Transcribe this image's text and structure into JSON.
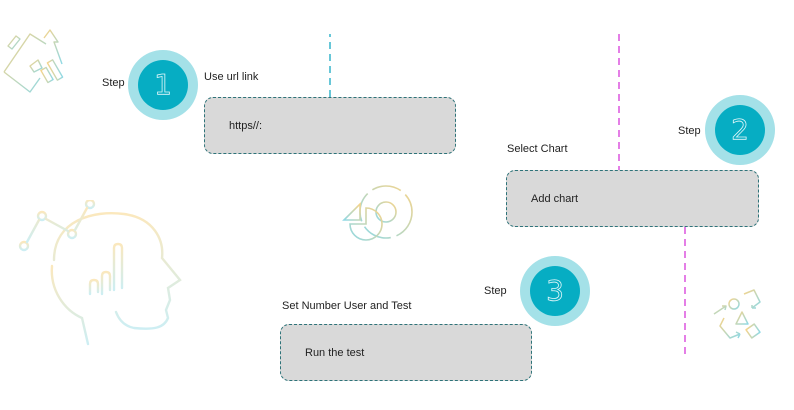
{
  "steps": [
    {
      "label": "Step",
      "number": "1",
      "caption": "Use url link",
      "card_text": "https//:"
    },
    {
      "label": "Step",
      "number": "2",
      "caption": "Select Chart",
      "card_text": "Add chart"
    },
    {
      "label": "Step",
      "number": "3",
      "caption": "Set Number User and Test",
      "card_text": "Run the test"
    }
  ],
  "colors": {
    "badge_outer": "#a4e1e8",
    "badge_inner": "#06adc3",
    "card_fill": "#d9d9d9",
    "card_border": "#2e7379",
    "connector_start": "#17a9c3",
    "connector_end": "#d63ad8",
    "icon_warm": "#f7d48a",
    "icon_cool": "#8fd9e6"
  },
  "decorations": {
    "top_left": "briefcase-growth-icon",
    "center": "pie-chart-icon",
    "bottom_left": "head-analytics-icon",
    "bottom_right": "shapes-flow-icon"
  }
}
